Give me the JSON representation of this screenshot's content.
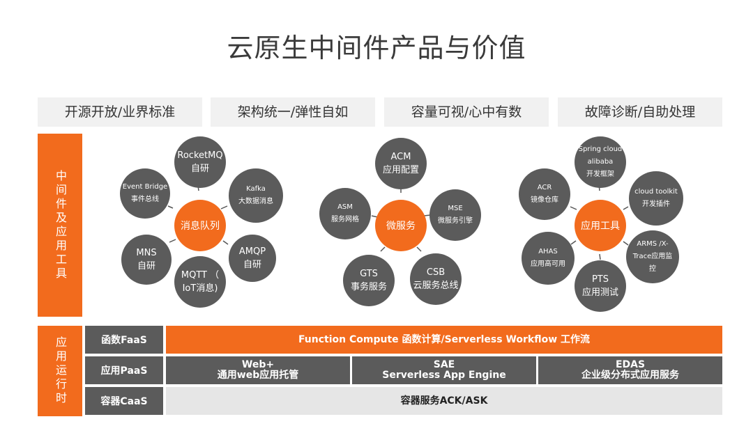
{
  "title": "云原生中间件产品与价值",
  "headers": [
    "开源开放/业界标准",
    "架构统一/弹性自如",
    "容量可视/心中有数",
    "故障诊断/自助处理"
  ],
  "side_labels": {
    "tools": "中间件及应用工具",
    "runtime": "应用运行时"
  },
  "clusters": {
    "mq": {
      "center": "消息队列",
      "sats": [
        [
          "RocketMQ",
          "自研"
        ],
        [
          "Kafka",
          "大数据消息"
        ],
        [
          "AMQP",
          "自研"
        ],
        [
          "MQTT （",
          "IoT消息)"
        ],
        [
          "MNS",
          "自研"
        ],
        [
          "Event Bridge",
          "事件总线"
        ]
      ]
    },
    "ms": {
      "center": "微服务",
      "sats": [
        [
          "ACM",
          "应用配置"
        ],
        [
          "MSE",
          "微服务引擎"
        ],
        [
          "CSB",
          "云服务总线"
        ],
        [
          "GTS",
          "事务服务"
        ],
        [
          "ASM",
          "服务网格"
        ]
      ]
    },
    "tools": {
      "center": "应用工具",
      "sats": [
        [
          "Spring cloud",
          "alibaba",
          "开发框架"
        ],
        [
          "cloud toolkit",
          "开发插件"
        ],
        [
          "ARMS /X-",
          "Trace应用监",
          "控"
        ],
        [
          "PTS",
          "应用测试"
        ],
        [
          "AHAS",
          "应用高可用"
        ],
        [
          "ACR",
          "镜像仓库"
        ]
      ]
    }
  },
  "runtime": {
    "faas": {
      "label": "函数FaaS",
      "content": "Function Compute 函数计算/Serverless Workflow 工作流"
    },
    "paas": {
      "label": "应用PaaS",
      "cells": [
        [
          "Web+",
          "通用web应用托管"
        ],
        [
          "SAE",
          "Serverless App Engine"
        ],
        [
          "EDAS",
          "企业级分布式应用服务"
        ]
      ]
    },
    "caas": {
      "label": "容器CaaS",
      "content": "容器服务ACK/ASK"
    }
  },
  "colors": {
    "accent": "#f26b1d",
    "dark": "#5b5b5b",
    "light": "#f1f1f1"
  }
}
